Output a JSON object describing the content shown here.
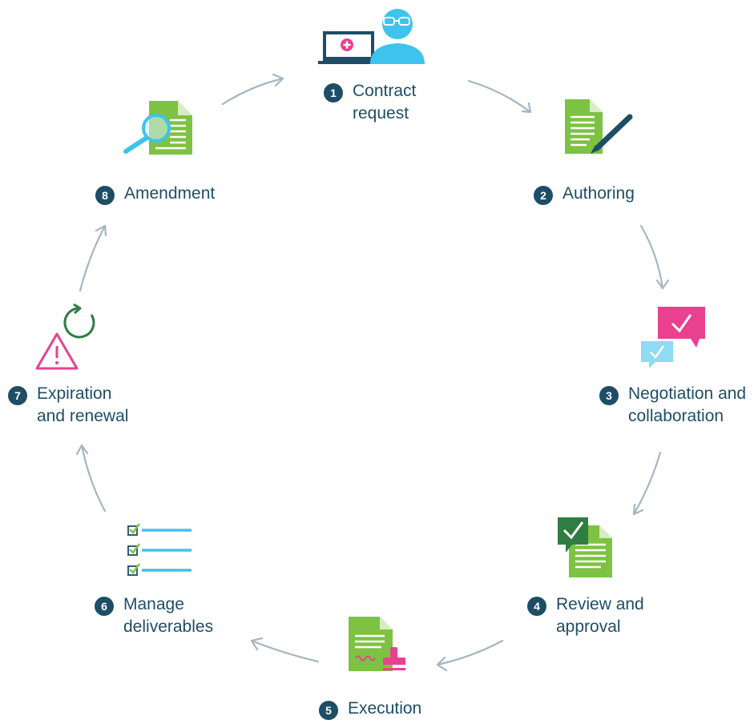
{
  "steps": [
    {
      "number": "1",
      "lines": [
        "Contract",
        "request"
      ],
      "icon": "user-laptop-icon"
    },
    {
      "number": "2",
      "lines": [
        "Authoring"
      ],
      "icon": "document-pen-icon"
    },
    {
      "number": "3",
      "lines": [
        "Negotiation and",
        "collaboration"
      ],
      "icon": "chat-bubbles-check-icon"
    },
    {
      "number": "4",
      "lines": [
        "Review and",
        "approval"
      ],
      "icon": "document-check-icon"
    },
    {
      "number": "5",
      "lines": [
        "Execution"
      ],
      "icon": "document-stamp-icon"
    },
    {
      "number": "6",
      "lines": [
        "Manage",
        "deliverables"
      ],
      "icon": "checklist-icon"
    },
    {
      "number": "7",
      "lines": [
        "Expiration",
        "and renewal"
      ],
      "icon": "warning-refresh-icon"
    },
    {
      "number": "8",
      "lines": [
        "Amendment"
      ],
      "icon": "document-magnifier-icon"
    }
  ],
  "colors": {
    "label": "#1e4d66",
    "badge": "#1e4d66",
    "arrow": "#a4b6c3",
    "green": "#7dc242",
    "dark_green": "#2f7d43",
    "pink": "#e9418f",
    "light_blue": "#3ec3ec",
    "navy": "#1e4d66"
  }
}
